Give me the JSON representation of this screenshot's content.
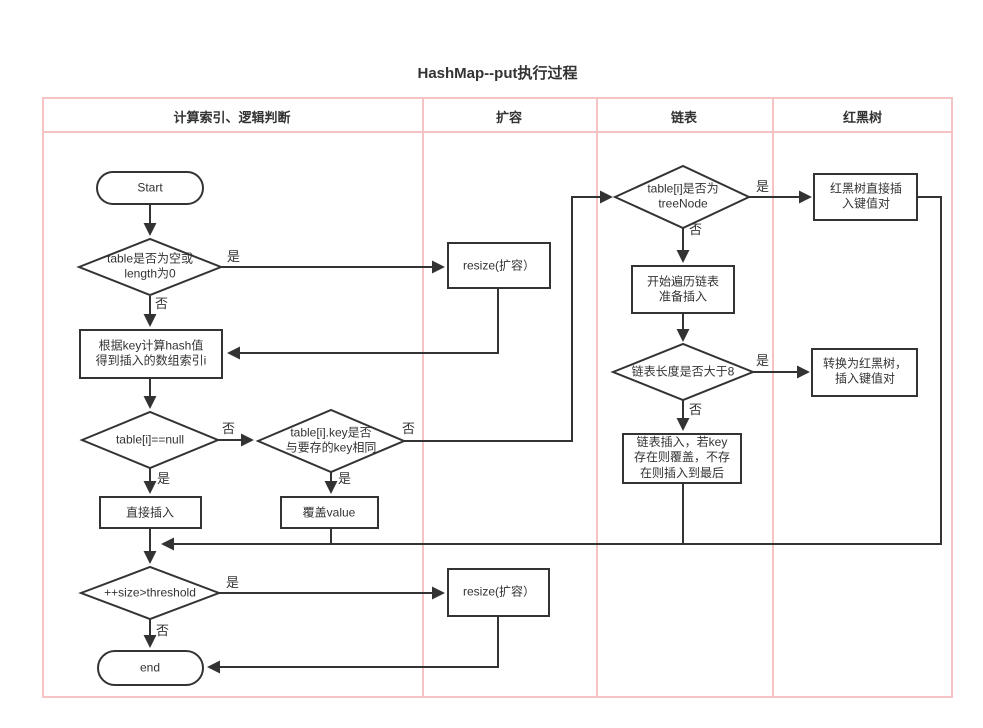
{
  "title": "HashMap--put执行过程",
  "lanes": [
    {
      "label": "计算索引、逻辑判断"
    },
    {
      "label": "扩容"
    },
    {
      "label": "链表"
    },
    {
      "label": "红黑树"
    }
  ],
  "labels": {
    "yes": "是",
    "no": "否"
  },
  "colors": {
    "lane_border": "#f6c3c4",
    "shape_stroke": "#333333",
    "text": "#333333",
    "background": "#ffffff"
  },
  "nodes": {
    "start": {
      "type": "terminator",
      "text": "Start"
    },
    "check_empty": {
      "type": "decision",
      "text": "table是否为空或\nlength为0"
    },
    "resize_top": {
      "type": "process",
      "text": "resize(扩容）"
    },
    "hash_calc": {
      "type": "process",
      "text": "根据key计算hash值\n得到插入的数组索引i"
    },
    "check_null": {
      "type": "decision",
      "text": "table[i]==null"
    },
    "check_same_key": {
      "type": "decision",
      "text": "table[i].key是否\n与要存的key相同"
    },
    "direct_insert": {
      "type": "process",
      "text": "直接插入"
    },
    "cover_value": {
      "type": "process",
      "text": "覆盖value"
    },
    "check_treenode": {
      "type": "decision",
      "text": "table[i]是否为\ntreeNode"
    },
    "rbtree_insert": {
      "type": "process",
      "text": "红黑树直接插\n入键值对"
    },
    "traverse_list": {
      "type": "process",
      "text": "开始遍历链表\n准备插入"
    },
    "check_length": {
      "type": "decision",
      "text": "链表长度是否大于8"
    },
    "convert_rbtree": {
      "type": "process",
      "text": "转换为红黑树，\n插入键值对"
    },
    "list_insert": {
      "type": "process",
      "text": "链表插入，若key\n存在则覆盖，不存\n在则插入到最后"
    },
    "check_size": {
      "type": "decision",
      "text": "++size>threshold"
    },
    "resize_bottom": {
      "type": "process",
      "text": "resize(扩容）"
    },
    "end": {
      "type": "terminator",
      "text": "end"
    }
  },
  "edges": [
    {
      "from": "start",
      "to": "check_empty",
      "label": ""
    },
    {
      "from": "check_empty",
      "to": "resize_top",
      "label": "是"
    },
    {
      "from": "check_empty",
      "to": "hash_calc",
      "label": "否"
    },
    {
      "from": "resize_top",
      "to": "hash_calc",
      "label": ""
    },
    {
      "from": "hash_calc",
      "to": "check_null",
      "label": ""
    },
    {
      "from": "check_null",
      "to": "direct_insert",
      "label": "是"
    },
    {
      "from": "check_null",
      "to": "check_same_key",
      "label": "否"
    },
    {
      "from": "check_same_key",
      "to": "cover_value",
      "label": "是"
    },
    {
      "from": "check_same_key",
      "to": "check_treenode",
      "label": "否"
    },
    {
      "from": "check_treenode",
      "to": "rbtree_insert",
      "label": "是"
    },
    {
      "from": "check_treenode",
      "to": "traverse_list",
      "label": "否"
    },
    {
      "from": "traverse_list",
      "to": "check_length",
      "label": ""
    },
    {
      "from": "check_length",
      "to": "convert_rbtree",
      "label": "是"
    },
    {
      "from": "check_length",
      "to": "list_insert",
      "label": "否"
    },
    {
      "from": "list_insert",
      "to": "check_size",
      "label": ""
    },
    {
      "from": "rbtree_insert",
      "to": "check_size",
      "label": ""
    },
    {
      "from": "direct_insert",
      "to": "check_size",
      "label": ""
    },
    {
      "from": "cover_value",
      "to": "check_size",
      "label": ""
    },
    {
      "from": "check_size",
      "to": "resize_bottom",
      "label": "是"
    },
    {
      "from": "check_size",
      "to": "end",
      "label": "否"
    },
    {
      "from": "resize_bottom",
      "to": "end",
      "label": ""
    }
  ]
}
